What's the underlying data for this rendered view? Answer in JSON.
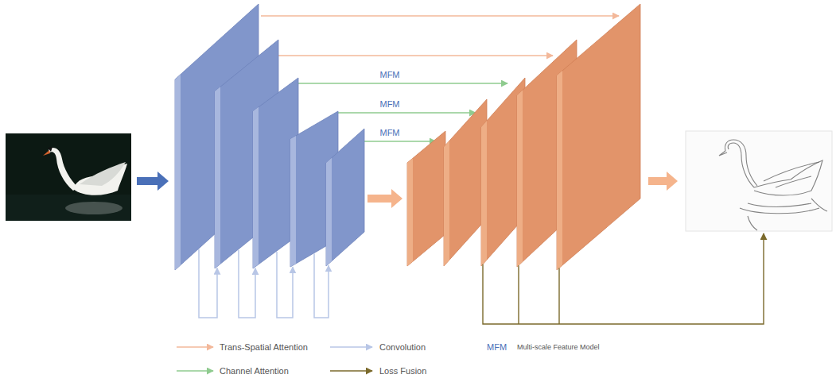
{
  "diagram": {
    "labels": [
      "MFM",
      "MFM",
      "MFM",
      "MFM"
    ],
    "legend": [
      {
        "text": "Trans-Spatial Attention"
      },
      {
        "text": "Convolution"
      },
      {
        "text": "Multi-scale Feature Model"
      },
      {
        "text": "Channel Attention"
      },
      {
        "text": "Loss Fusion"
      }
    ]
  }
}
